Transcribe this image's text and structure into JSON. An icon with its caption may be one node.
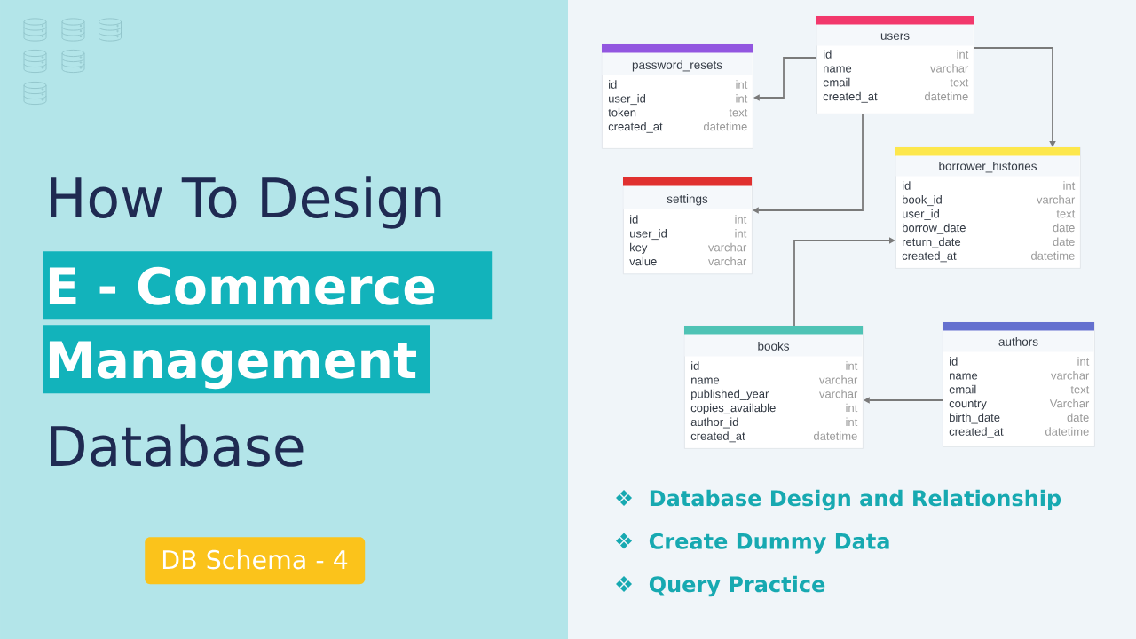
{
  "diagram": {
    "nodes": [
      {
        "text": [
          "E - Commerce"
        ]
      },
      {
        "text": [
          "Management"
        ]
      },
      {
        "text": [
          "DB Schema - 4"
        ]
      },
      {
        "text": [
          "users",
          "id",
          "int",
          "name",
          "varchar",
          "email",
          "text",
          "created_at",
          "datetime"
        ]
      },
      {
        "text": [
          "password_resets",
          "id",
          "int",
          "user_id",
          "int",
          "token",
          "text",
          "created_at",
          "datetime"
        ]
      },
      {
        "text": [
          "borrower_histories",
          "id",
          "int",
          "book_id",
          "varchar",
          "user_id",
          "text",
          "borrow_date",
          "date",
          "return_date",
          "date",
          "created_at",
          "datetime"
        ]
      },
      {
        "text": [
          "settings",
          "id",
          "int",
          "user_id",
          "int",
          "key",
          "varchar",
          "value",
          "varchar"
        ]
      },
      {
        "text": [
          "books",
          "id",
          "int",
          "name",
          "varchar",
          "published_year",
          "varchar",
          "copies_available",
          "int",
          "author_id",
          "int",
          "created_at",
          "datetime"
        ]
      },
      {
        "text": [
          "authors",
          "id",
          "int",
          "name",
          "varchar",
          "email",
          "text",
          "country",
          "Varchar",
          "birth_date",
          "date",
          "created_at",
          "datetime"
        ]
      }
    ],
    "edges": [
      {
        "from": 3,
        "to": 4,
        "arrow": "to"
      },
      {
        "from": 3,
        "to": 6,
        "arrow": "to"
      },
      {
        "from": 3,
        "to": 5,
        "arrow": "to"
      },
      {
        "from": 7,
        "to": 5,
        "arrow": "to"
      },
      {
        "from": 8,
        "to": 7,
        "arrow": "to"
      }
    ],
    "labels": [
      "How To Design",
      "Database",
      "Database Design and Relationship",
      "Create Dummy Data",
      "Query Practice"
    ]
  }
}
